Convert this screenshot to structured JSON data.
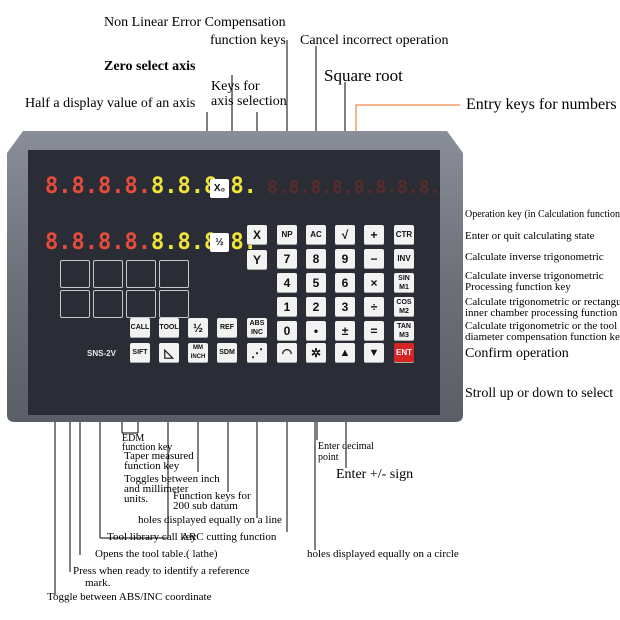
{
  "labels": {
    "non_linear_l1": "Non Linear Error Compensation",
    "non_linear_l2": "function keys",
    "cancel": "Cancel incorrect operation",
    "zero_select": "Zero select axis",
    "keys_for_l1": "Keys for",
    "keys_for_l2": "axis selection",
    "square_root": "Square root",
    "half_display": "Half a display value of an axis",
    "entry_keys": "Entry keys for numbers",
    "op_key_calc": "Operation key (in Calculation function",
    "enter_quit": "Enter or quit calculating state",
    "calc_inv_trig": "Calculate inverse trigonometric",
    "calc_inv_proc_l1": "Calculate inverse trigonometric",
    "calc_inv_proc_l2": "Processing function key",
    "calc_trig_l1": "Calculate trigonometric or rectangular",
    "calc_trig_l2": "inner chamber processing function key",
    "calc_tool_l1": "Calculate trigonometric or the tool",
    "calc_tool_l2": "diameter compensation function key",
    "confirm": "Confirm operation",
    "stroll": "Stroll up or down to select",
    "edm_l1": "EDM",
    "edm_l2": "function key",
    "taper_l1": "Taper measured",
    "taper_l2": "function key",
    "toggles_l1": "Toggles between inch",
    "toggles_l2": "and millimeter",
    "toggles_l3": "units.",
    "func200_l1": "Function keys for",
    "func200_l2": "200 sub datum",
    "holes_line": "holes displayed equally on a  line",
    "tool_lib": "Tool library call key",
    "arc": "ARC cutting function",
    "opens_tool": "Opens the tool table.( lathe)",
    "holes_circle": "holes displayed equally on a circle",
    "press_ready_l1": "Press when ready to identify a reference",
    "press_ready_l2": "mark.",
    "toggle_abs": "Toggle between ABS/INC coordinate",
    "enter_decimal_l1": "Enter decimal",
    "enter_decimal_l2": "point",
    "enter_sign": "Enter +/- sign"
  },
  "device": {
    "model": "SNS-2V",
    "readout1": {
      "red": "8.8.8.8.",
      "yellow": "8.8.8.8."
    },
    "readout2": {
      "red": "8.8.8.8.",
      "yellow": "8.8.8.8."
    },
    "calc_display": "8.8.8.8.8.8.8.8.",
    "x0": "X₀",
    "half": "½",
    "x_key": "X",
    "y_key": "Y",
    "half_key": "½",
    "np": "NP",
    "ac": "AC",
    "sqrt": "√",
    "num7": "7",
    "num8": "8",
    "num9": "9",
    "num4": "4",
    "num5": "5",
    "num6": "6",
    "num1": "1",
    "num2": "2",
    "num3": "3",
    "num0": "0",
    "dot": "•",
    "pm": "±",
    "plus": "+",
    "minus": "−",
    "times": "×",
    "divide": "÷",
    "equals": "=",
    "ctr": "CTR",
    "inv": "INV",
    "sin": "SIN M1",
    "cos": "COS M2",
    "tan": "TAN M3",
    "ent": "ENT",
    "call": "CALL",
    "tool": "TOOL",
    "half2": "½",
    "ref": "REF",
    "absinc": "ABS INC",
    "sift": "SIFT",
    "mminch": "MM INCH",
    "sdm": "SDM",
    "up": "▲",
    "down": "▼"
  }
}
